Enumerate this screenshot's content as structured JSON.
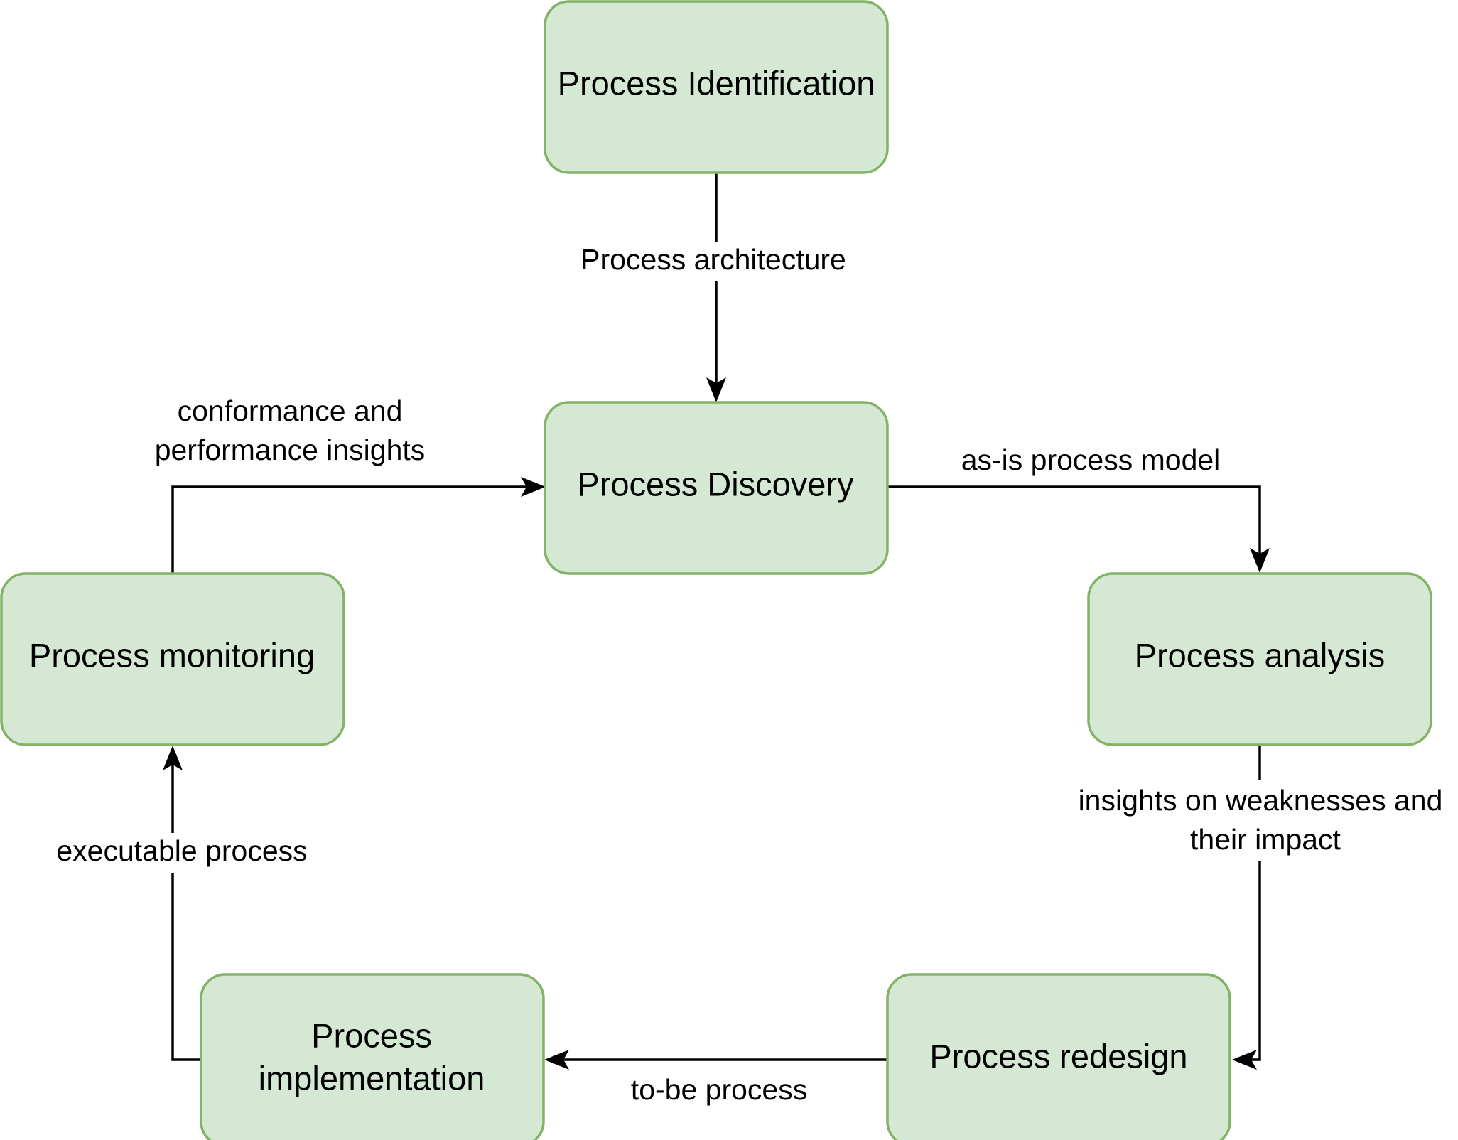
{
  "colors": {
    "node_fill": "#d5e8d4",
    "node_stroke": "#82b366",
    "edge": "#000000",
    "background": "#ffffff"
  },
  "nodes": {
    "identification": {
      "label": [
        "Process Identification"
      ]
    },
    "discovery": {
      "label": [
        "Process Discovery"
      ]
    },
    "analysis": {
      "label": [
        "Process analysis"
      ]
    },
    "redesign": {
      "label": [
        "Process redesign"
      ]
    },
    "implementation": {
      "label": [
        "Process",
        "implementation"
      ]
    },
    "monitoring": {
      "label": [
        "Process monitoring"
      ]
    }
  },
  "edges": {
    "identification_to_discovery": {
      "from": "identification",
      "to": "discovery",
      "label": [
        "Process architecture"
      ]
    },
    "discovery_to_analysis": {
      "from": "discovery",
      "to": "analysis",
      "label": [
        "as-is process model"
      ]
    },
    "analysis_to_redesign": {
      "from": "analysis",
      "to": "redesign",
      "label": [
        "insights on weaknesses and",
        "their impact"
      ]
    },
    "redesign_to_implementation": {
      "from": "redesign",
      "to": "implementation",
      "label": [
        "to-be process"
      ]
    },
    "implementation_to_monitoring": {
      "from": "implementation",
      "to": "monitoring",
      "label": [
        "executable process"
      ]
    },
    "monitoring_to_discovery": {
      "from": "monitoring",
      "to": "discovery",
      "label": [
        "conformance and",
        "performance insights"
      ]
    }
  }
}
